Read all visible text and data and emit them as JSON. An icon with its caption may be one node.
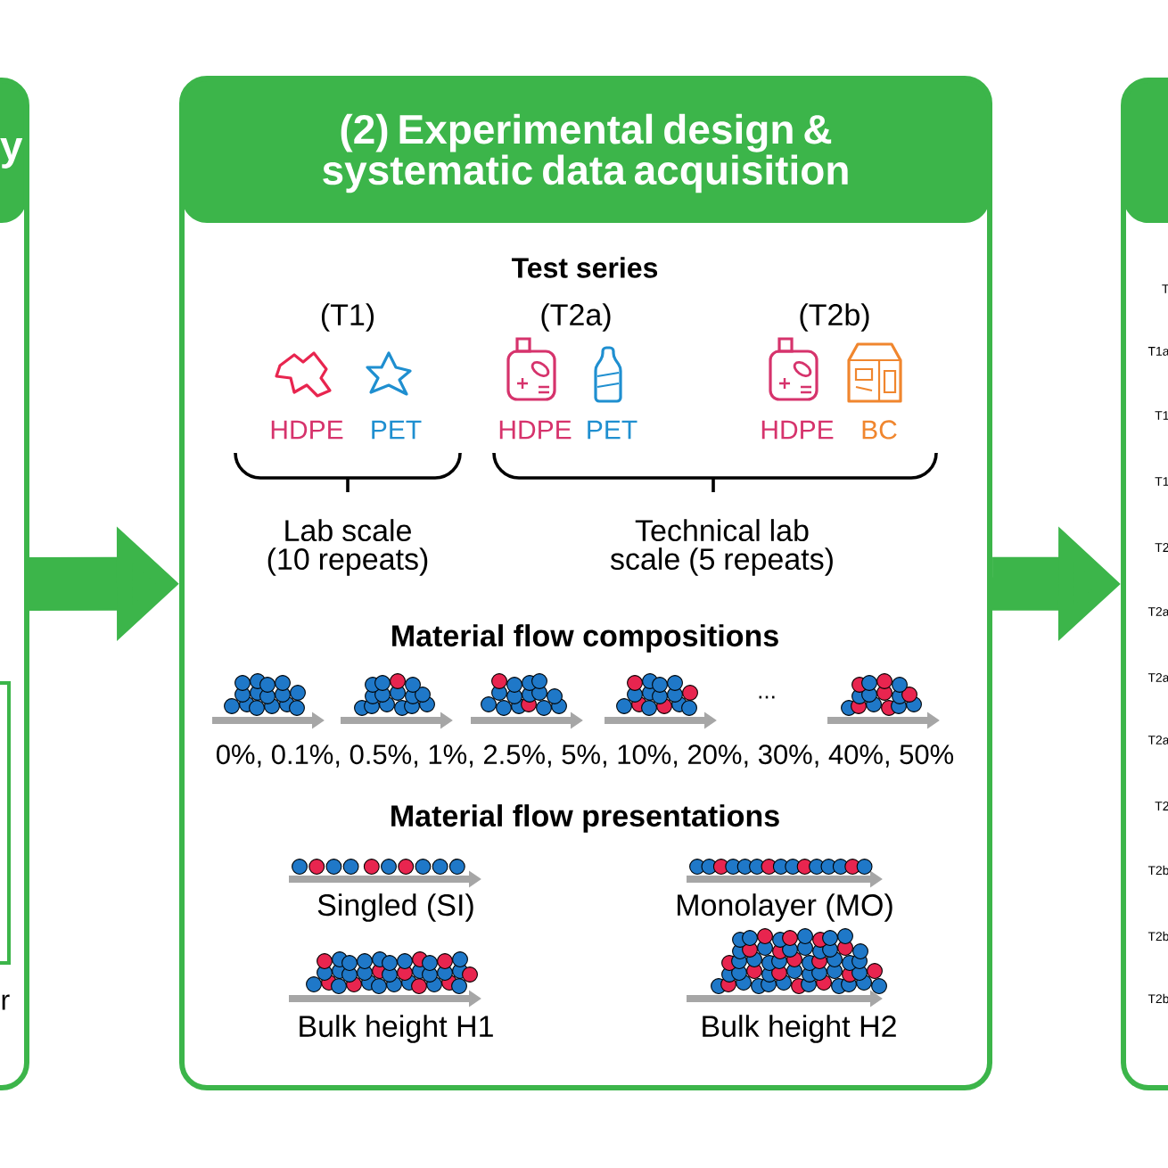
{
  "diagram": {
    "nodes": [
      {
        "text": [
          "y"
        ]
      },
      {
        "text": [
          "(2) Experimental design & systematic data acquisition"
        ]
      },
      {
        "text": [],
        "shape": "box"
      }
    ],
    "edges": [
      {
        "from": 0,
        "to": 1,
        "arrow": "to"
      },
      {
        "from": 1,
        "to": 2,
        "arrow": "to"
      }
    ],
    "labels": [
      "r",
      "Test series",
      "(T1)",
      "(T2a)",
      "(T2b)",
      "HDPE",
      "PET",
      "HDPE",
      "PET",
      "HDPE",
      "BC",
      "Lab scale (10 repeats)",
      "Technical lab scale (5 repeats)",
      "Material flow compositions",
      "...",
      "0%, 0.1%, 0.5%, 1%, 2.5%, 5%, 10%, 20%, 30%, 40%, 50%",
      "Material flow presentations",
      "Singled (SI)",
      "Monolayer (MO)",
      "Bulk height H1",
      "Bulk height H2",
      "T",
      "T1a",
      "T1",
      "T1",
      "T2",
      "T2a",
      "T2a",
      "T2a",
      "T2",
      "T2b",
      "T2b",
      "T2b"
    ]
  }
}
